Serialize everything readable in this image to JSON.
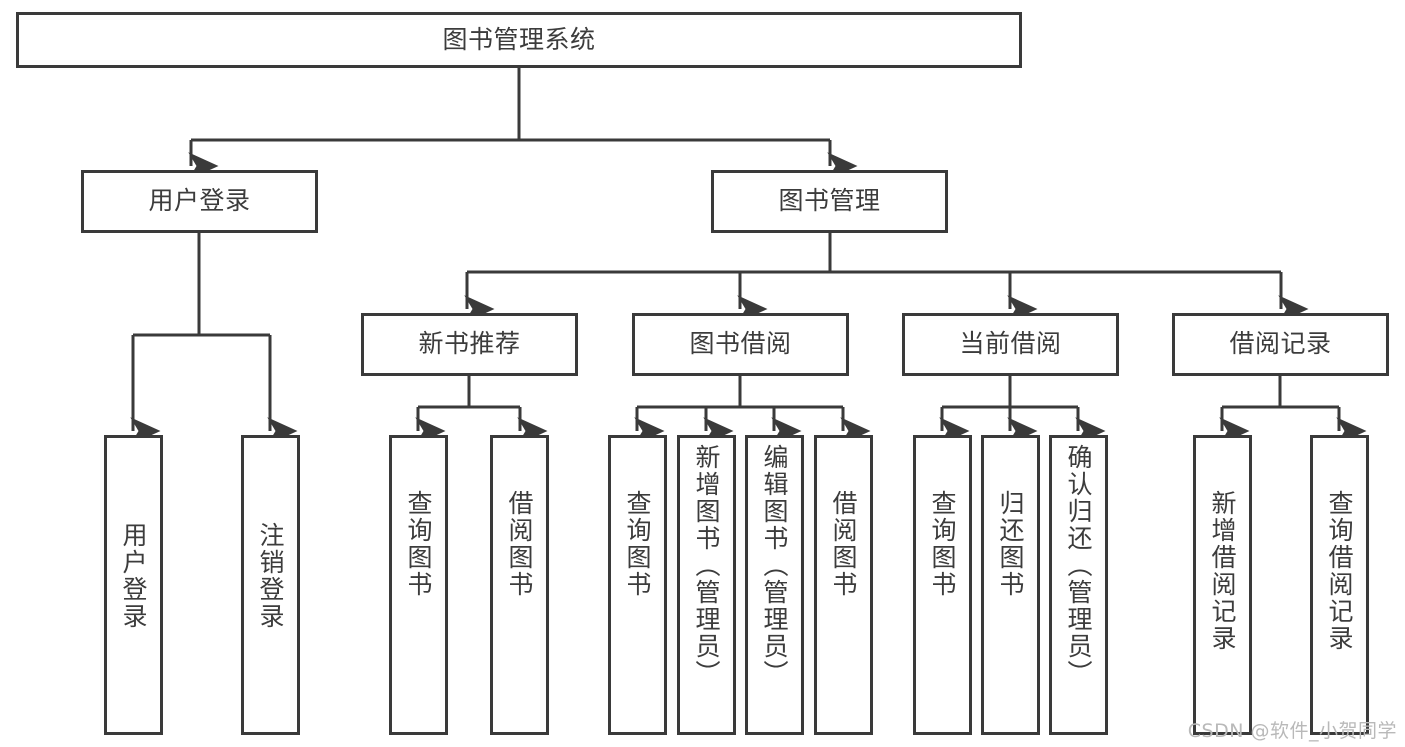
{
  "diagram": {
    "title": "图书管理系统",
    "type": "hierarchy-tree",
    "watermark": "CSDN @软件_小贺同学",
    "colors": {
      "stroke": "#3a3a3a",
      "text": "#3c3c3c",
      "background": "#ffffff",
      "watermark": "#b9b9b9"
    },
    "levels": {
      "root": {
        "label": "图书管理系统"
      },
      "level2": [
        {
          "id": "user-login",
          "label": "用户登录"
        },
        {
          "id": "book-management",
          "label": "图书管理"
        }
      ],
      "level3": [
        {
          "id": "new-book-recommend",
          "label": "新书推荐",
          "parent": "book-management"
        },
        {
          "id": "book-borrow",
          "label": "图书借阅",
          "parent": "book-management"
        },
        {
          "id": "current-borrow",
          "label": "当前借阅",
          "parent": "book-management"
        },
        {
          "id": "borrow-record",
          "label": "借阅记录",
          "parent": "book-management"
        }
      ],
      "leaves": {
        "user-login": [
          {
            "id": "leaf-user-login",
            "label": "用户登录"
          },
          {
            "id": "leaf-logout",
            "label": "注销登录"
          }
        ],
        "new-book-recommend": [
          {
            "id": "leaf-query-book-1",
            "label": "查询图书"
          },
          {
            "id": "leaf-borrow-book-1",
            "label": "借阅图书"
          }
        ],
        "book-borrow": [
          {
            "id": "leaf-query-book-2",
            "label": "查询图书"
          },
          {
            "id": "leaf-add-book",
            "label": "新增图书（管理员）"
          },
          {
            "id": "leaf-edit-book",
            "label": "编辑图书（管理员）"
          },
          {
            "id": "leaf-borrow-book-2",
            "label": "借阅图书"
          }
        ],
        "current-borrow": [
          {
            "id": "leaf-query-book-3",
            "label": "查询图书"
          },
          {
            "id": "leaf-return-book",
            "label": "归还图书"
          },
          {
            "id": "leaf-confirm-return",
            "label": "确认归还（管理员）"
          }
        ],
        "borrow-record": [
          {
            "id": "leaf-add-record",
            "label": "新增借阅记录"
          },
          {
            "id": "leaf-query-record",
            "label": "查询借阅记录"
          }
        ]
      }
    }
  }
}
